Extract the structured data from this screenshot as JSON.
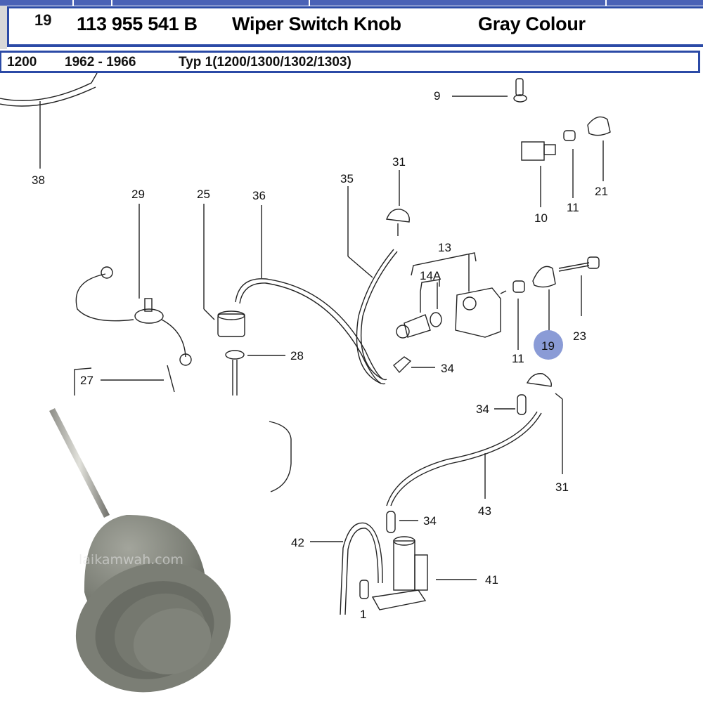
{
  "header": {
    "item_number": "19",
    "part_number": "113 955 541 B",
    "description": "Wiper Switch Knob",
    "colour": "Gray Colour"
  },
  "application": {
    "model": "1200",
    "years": "1962 - 1966",
    "type": "Typ 1(1200/1300/1302/1303)"
  },
  "diagram": {
    "highlight_color": "#8a9bd6",
    "highlighted_callout": "19",
    "callouts": [
      "9",
      "38",
      "31",
      "35",
      "29",
      "25",
      "36",
      "10",
      "11",
      "21",
      "13",
      "14A",
      "11",
      "19",
      "23",
      "28",
      "34",
      "27",
      "34",
      "31",
      "43",
      "34",
      "42",
      "41",
      "1"
    ]
  },
  "photo": {
    "subject": "gray wiper switch knob",
    "watermark": "laikamwah.com"
  }
}
